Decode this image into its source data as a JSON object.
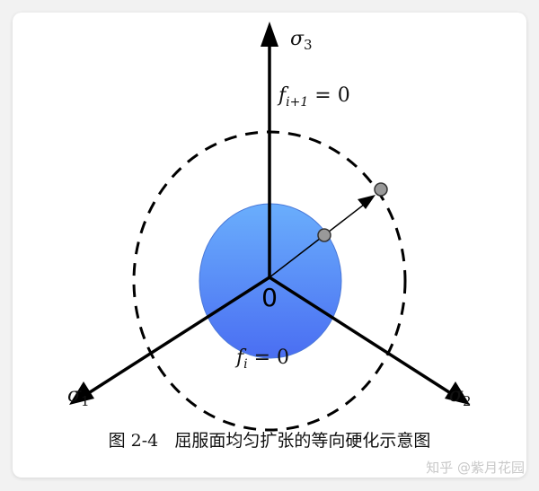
{
  "diagram": {
    "axes": [
      {
        "name": "σ",
        "sub": "3"
      },
      {
        "name": "σ",
        "sub": "1"
      },
      {
        "name": "σ",
        "sub": "2"
      }
    ],
    "outer_surface_label": {
      "f": "f",
      "sub": "i+1",
      "eq": " = 0"
    },
    "inner_surface_label": {
      "f": "f",
      "sub": "i",
      "eq": " = 0"
    },
    "origin_label": "0",
    "colors": {
      "inner_top": "#6aaefc",
      "inner_bottom": "#4a6ef2",
      "point": "#999999"
    }
  },
  "caption": "图 2-4   屈服面均匀扩张的等向硬化示意图",
  "watermark": "知乎 @紫月花园"
}
